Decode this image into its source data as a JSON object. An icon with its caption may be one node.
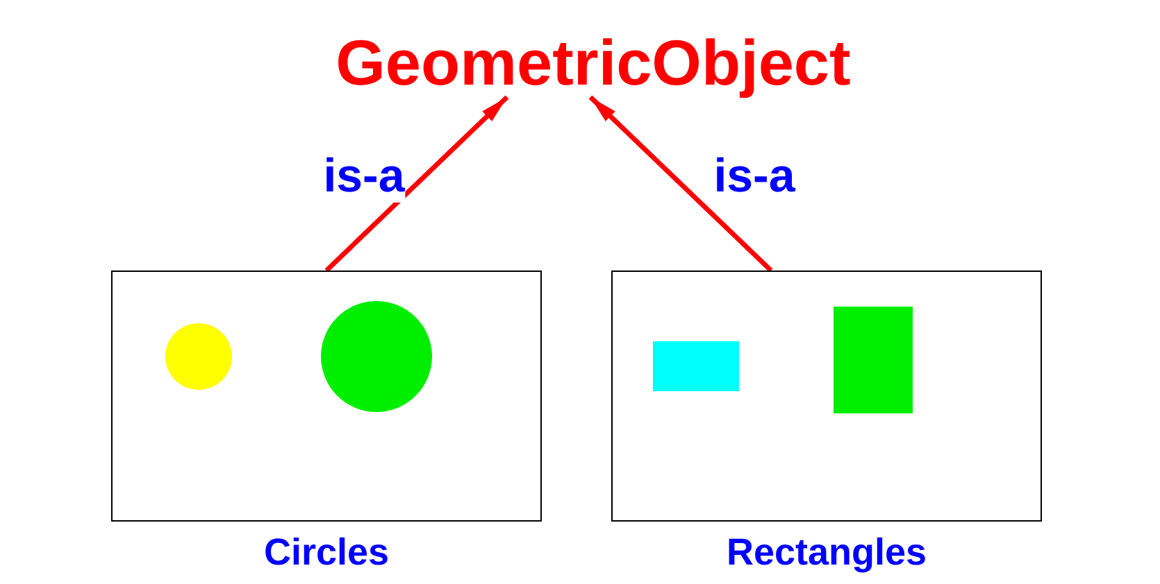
{
  "diagram": {
    "nodes": [
      {
        "text": [
          "GeometricObject"
        ]
      },
      {
        "text": [
          "Circles"
        ]
      },
      {
        "text": [
          "Rectangles"
        ]
      }
    ],
    "edges": [
      {
        "from": 1,
        "to": 0,
        "arrow": "to",
        "label": "is-a"
      },
      {
        "from": 2,
        "to": 0,
        "arrow": "to",
        "label": "is-a"
      }
    ]
  }
}
